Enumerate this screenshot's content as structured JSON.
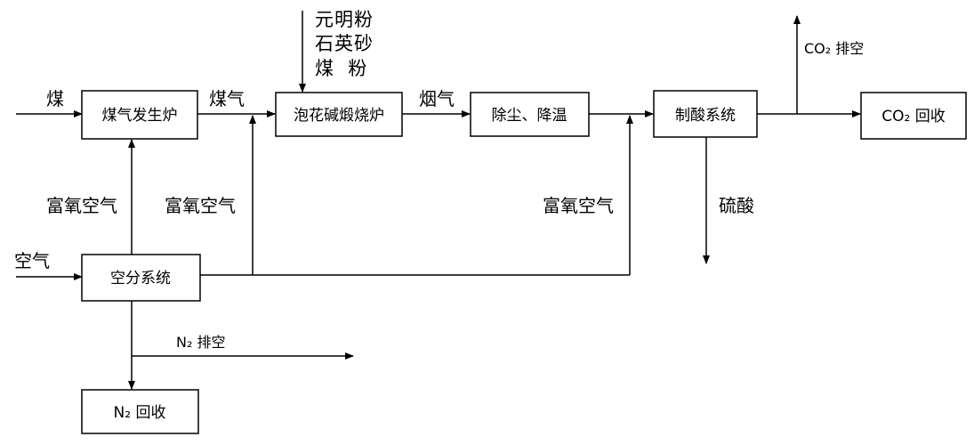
{
  "nodes": {
    "gasifier": "煤气发生炉",
    "kiln": "泡花碱煅烧炉",
    "dust": "除尘、降温",
    "acid": "制酸系统",
    "co2": "CO₂ 回收",
    "asu": "空分系统",
    "n2": "N₂ 回收"
  },
  "labels": {
    "coal": "煤",
    "coal_gas": "煤气",
    "flue_gas": "烟气",
    "air": "空气",
    "oxy_air_1": "富氧空气",
    "oxy_air_2": "富氧空气",
    "oxy_air_3": "富氧空气",
    "sulfuric_acid": "硫酸",
    "co2_vent": "CO₂ 排空",
    "n2_vent": "N₂ 排空"
  },
  "materials": [
    "元明粉",
    "石英砂",
    "煤  粉"
  ],
  "colors": {
    "stroke": "#000000",
    "background": "#ffffff"
  }
}
